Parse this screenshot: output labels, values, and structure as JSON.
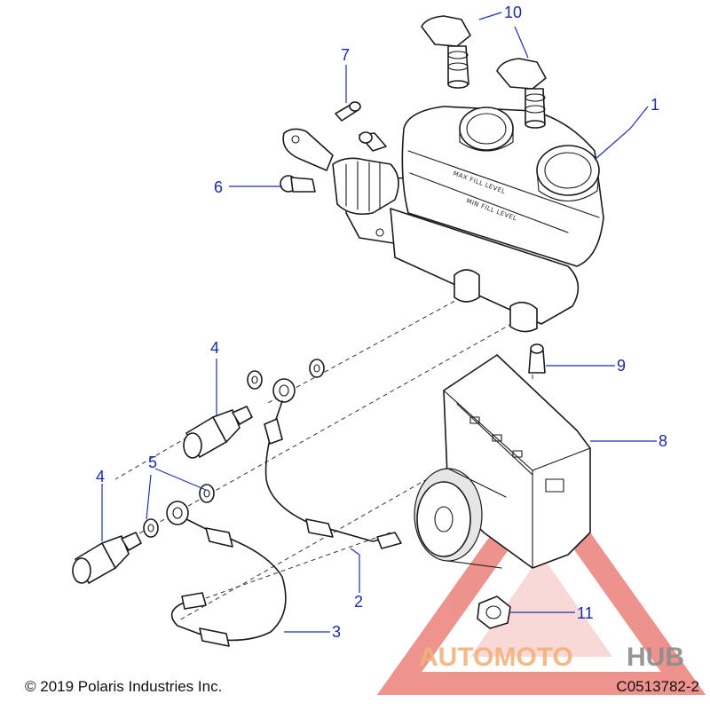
{
  "diagram": {
    "callouts": [
      "1",
      "2",
      "3",
      "4",
      "4",
      "5",
      "6",
      "7",
      "8",
      "9",
      "10",
      "11"
    ],
    "reservoir_labels": [
      "MAX FILL LEVEL",
      "MIN FILL LEVEL"
    ],
    "copyright": "© 2019 Polaris Industries Inc.",
    "diagram_id": "C0513782-2",
    "watermark": {
      "text_part1": "AUTOMOTO",
      "text_part2": "HUB",
      "color_part1": "#f3b27a",
      "color_part2": "#8c8c8c",
      "logo_color": "#e03a2f"
    },
    "colors": {
      "callout": "#1a2aa8",
      "line": "#1a1a1a"
    }
  }
}
